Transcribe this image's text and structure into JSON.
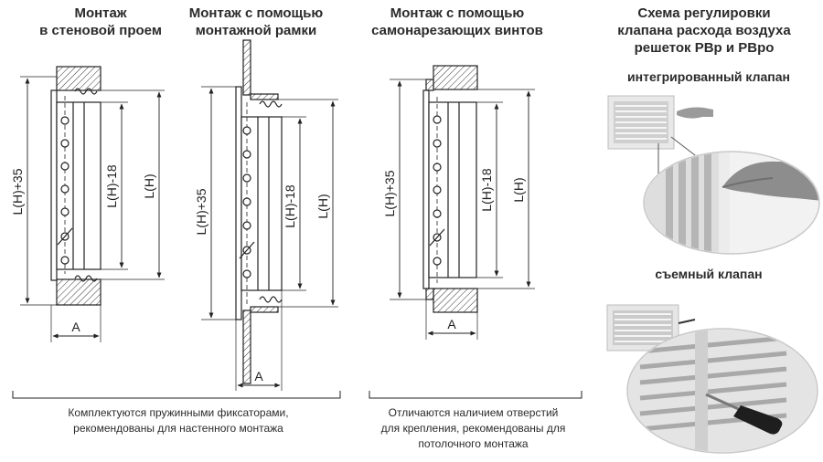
{
  "titles": {
    "wall": [
      "Монтаж",
      "в стеновой проем"
    ],
    "frame": [
      "Монтаж с помощью",
      "монтажной рамки"
    ],
    "screws": [
      "Монтаж с помощью",
      "самонарезающих винтов"
    ],
    "scheme": [
      "Схема регулировки",
      "клапана расхода воздуха",
      "решеток РВр и РВро"
    ]
  },
  "subtitles": {
    "integrated": "интегрированный клапан",
    "removable": "съемный клапан"
  },
  "dims": {
    "total": "L(H)+35",
    "inner": "L(H)-18",
    "height": "L(H)",
    "depth": "A"
  },
  "notes": {
    "springs": [
      "Комплектуются пружинными фиксаторами,",
      "рекомендованы для настенного монтажа"
    ],
    "holes": [
      "Отличаются наличием отверстий",
      "для крепления, рекомендованы для",
      "потолочного монтажа"
    ]
  }
}
